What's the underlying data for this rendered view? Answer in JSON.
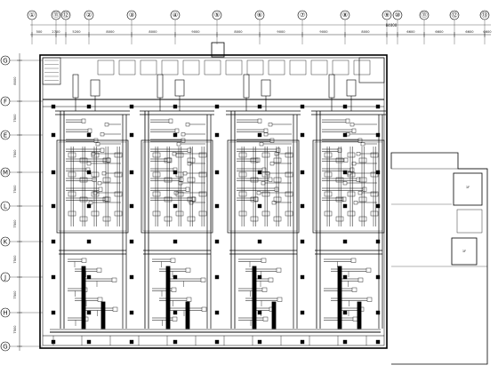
{
  "drawing": {
    "kind": "HVAC duct floor plan",
    "stroke_color": "#000000",
    "background": "#ffffff"
  },
  "column_axes": [
    "①",
    "⑪",
    "⑫",
    "②",
    "③",
    "④",
    "⑤",
    "⑥",
    "⑦",
    "⑧",
    "⑨",
    "⑩",
    "⑪",
    "⑫",
    "⑬"
  ],
  "row_axes": [
    "G",
    "F",
    "E",
    "M",
    "L",
    "K",
    "J",
    "H",
    "G"
  ],
  "top_dimensions": [
    "500",
    "2700",
    "5200",
    "8000",
    "8000",
    "9000",
    "8000",
    "9000",
    "9000",
    "8000",
    "6600",
    "6600",
    "6600",
    "6600"
  ],
  "overall_dimension": "84000",
  "left_dimensions": [
    "8000",
    "7500",
    "7500",
    "7500",
    "7500",
    "7500",
    "7500",
    "7500"
  ],
  "room_labels": [
    "1F",
    "1F"
  ]
}
